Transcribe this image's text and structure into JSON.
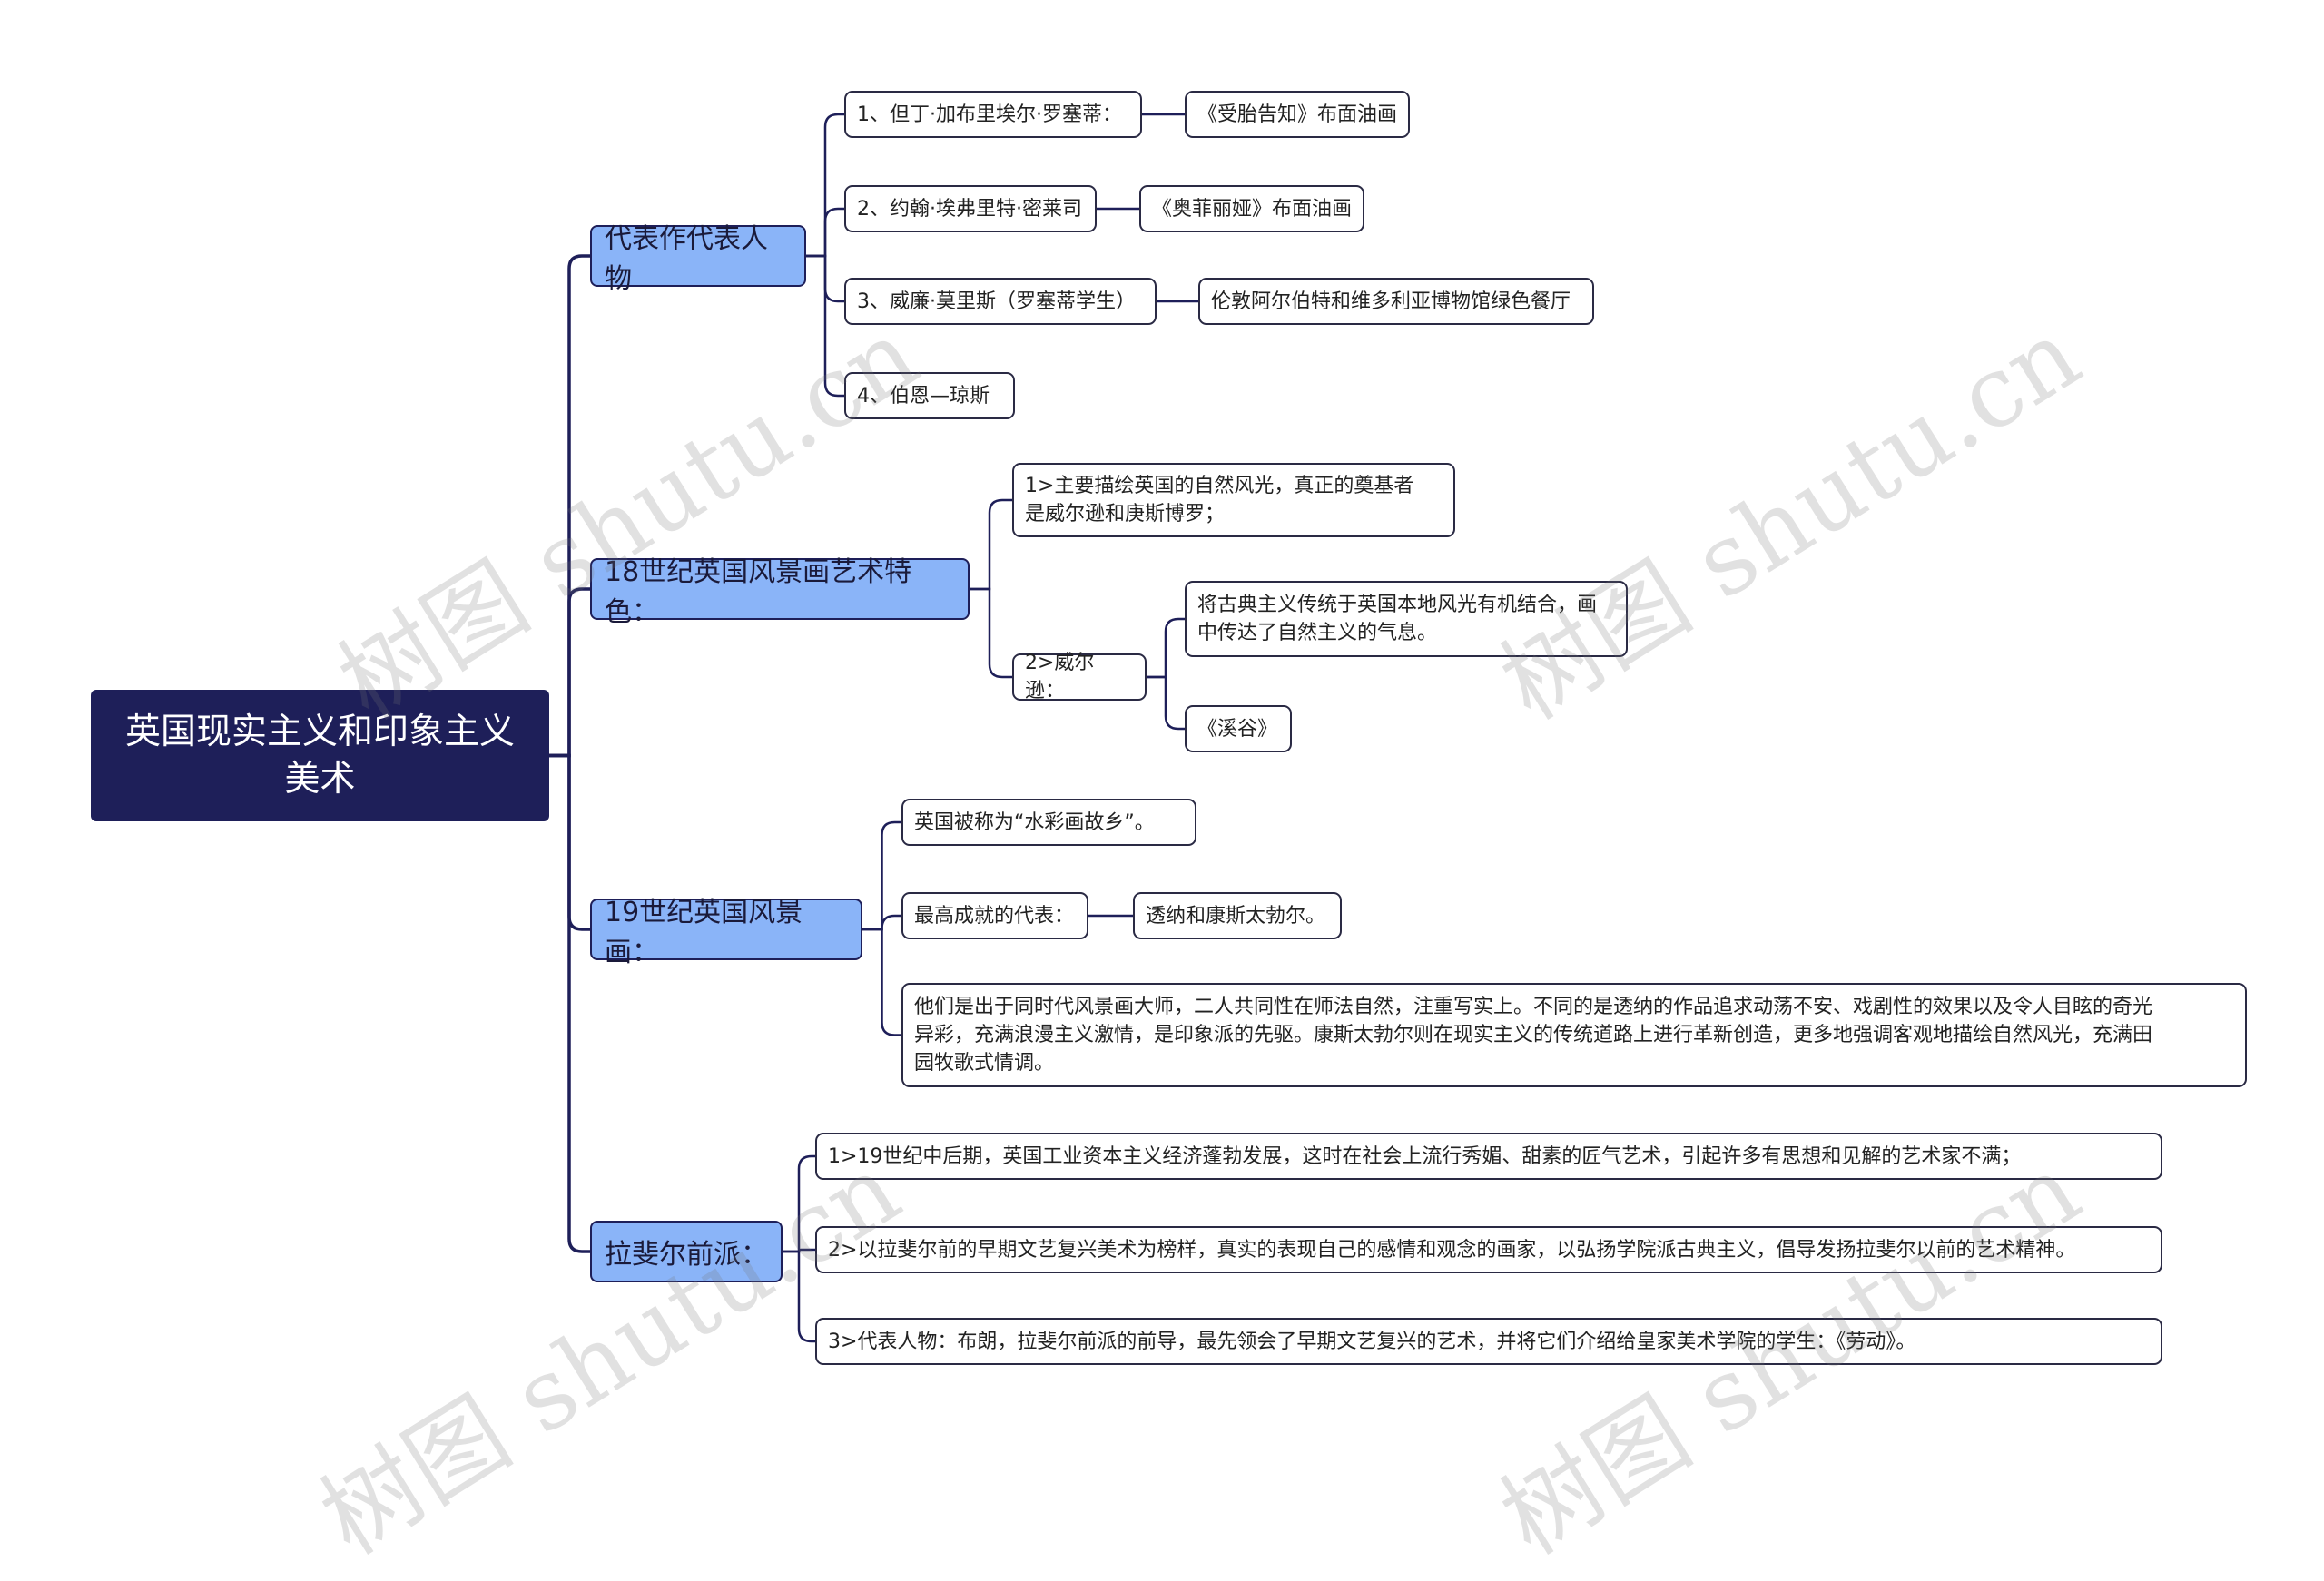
{
  "watermark": "树图 shutu.cn",
  "root": {
    "id": "root",
    "text": "英国现实主义和印象主义\n美术"
  },
  "branches": [
    {
      "id": "b1",
      "text": "代表作代表人物"
    },
    {
      "id": "b2",
      "text": "18世纪英国风景画艺术特色："
    },
    {
      "id": "b3",
      "text": "19世纪英国风景画："
    },
    {
      "id": "b4",
      "text": "拉斐尔前派："
    }
  ],
  "leaves": [
    {
      "id": "l1",
      "text": "1、但丁·加布里埃尔·罗塞蒂："
    },
    {
      "id": "l1a",
      "text": "《受胎告知》布面油画"
    },
    {
      "id": "l2",
      "text": "2、约翰·埃弗里特·密莱司"
    },
    {
      "id": "l2a",
      "text": "《奥菲丽娅》布面油画"
    },
    {
      "id": "l3",
      "text": "3、威廉·莫里斯（罗塞蒂学生）"
    },
    {
      "id": "l3a",
      "text": "伦敦阿尔伯特和维多利亚博物馆绿色餐厅"
    },
    {
      "id": "l4",
      "text": "4、伯恩—琼斯"
    },
    {
      "id": "m1",
      "text": "1>主要描绘英国的自然风光，真正的奠基者\n是威尔逊和庚斯博罗；"
    },
    {
      "id": "m2",
      "text": "2>威尔逊："
    },
    {
      "id": "m2a",
      "text": "将古典主义传统于英国本地风光有机结合，画\n中传达了自然主义的气息。"
    },
    {
      "id": "m2b",
      "text": "《溪谷》"
    },
    {
      "id": "n1",
      "text": "英国被称为“水彩画故乡”。"
    },
    {
      "id": "n2",
      "text": "最高成就的代表："
    },
    {
      "id": "n2a",
      "text": "透纳和康斯太勃尔。"
    },
    {
      "id": "n3",
      "text": "他们是出于同时代风景画大师，二人共同性在师法自然，注重写实上。不同的是透纳的作品追求动荡不安、戏剧性的效果以及令人目眩的奇光\n异彩，充满浪漫主义激情，是印象派的先驱。康斯太勃尔则在现实主义的传统道路上进行革新创造，更多地强调客观地描绘自然风光，充满田\n园牧歌式情调。"
    },
    {
      "id": "p1",
      "text": "1>19世纪中后期，英国工业资本主义经济蓬勃发展，这时在社会上流行秀媚、甜素的匠气艺术，引起许多有思想和见解的艺术家不满；"
    },
    {
      "id": "p2",
      "text": "2>以拉斐尔前的早期文艺复兴美术为榜样，真实的表现自己的感情和观念的画家，以弘扬学院派古典主义，倡导发扬拉斐尔以前的艺术精神。"
    },
    {
      "id": "p3",
      "text": "3>代表人物：布朗，拉斐尔前派的前导，最先领会了早期文艺复兴的艺术，并将它们介绍给皇家美术学院的学生：《劳动》。"
    }
  ],
  "links": [
    [
      "root",
      "b1"
    ],
    [
      "root",
      "b2"
    ],
    [
      "root",
      "b3"
    ],
    [
      "root",
      "b4"
    ],
    [
      "b1",
      "l1"
    ],
    [
      "b1",
      "l2"
    ],
    [
      "b1",
      "l3"
    ],
    [
      "b1",
      "l4"
    ],
    [
      "l1",
      "l1a"
    ],
    [
      "l2",
      "l2a"
    ],
    [
      "l3",
      "l3a"
    ],
    [
      "b2",
      "m1"
    ],
    [
      "b2",
      "m2"
    ],
    [
      "m2",
      "m2a"
    ],
    [
      "m2",
      "m2b"
    ],
    [
      "b3",
      "n1"
    ],
    [
      "b3",
      "n2"
    ],
    [
      "b3",
      "n3"
    ],
    [
      "n2",
      "n2a"
    ],
    [
      "b4",
      "p1"
    ],
    [
      "b4",
      "p2"
    ],
    [
      "b4",
      "p3"
    ]
  ],
  "colors": {
    "root": "#1e1f59",
    "branch": "#8ab4f8",
    "line": "#1e1f59"
  }
}
